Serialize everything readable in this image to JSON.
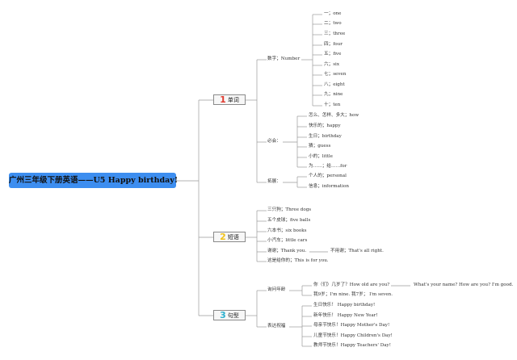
{
  "root": "广州三年级下册英语——U5 Happy birthday!",
  "topics": {
    "vocab": {
      "num": "1",
      "label": "单词"
    },
    "phrases": {
      "num": "2",
      "label": "短语"
    },
    "sentences": {
      "num": "3",
      "label": "句型"
    }
  },
  "vocab": {
    "numbers_label": "数字；Number",
    "numbers": [
      "一；one",
      "二；two",
      "三；three",
      "四；four",
      "五；five",
      "六；six",
      "七；seven",
      "八；eight",
      "九；nine",
      "十；ten"
    ],
    "must_label": "必会：",
    "must": [
      "怎么、怎样、多大；how",
      "快乐的；happy",
      "生日；birthday",
      "猜；guess",
      "小的；little",
      "为……；给……for"
    ],
    "extend_label": "拓展：",
    "extend": [
      "个人的；personal",
      "信息；information"
    ]
  },
  "phrases": {
    "items": [
      "三只狗；Three dogs",
      "五个皮球；five balls",
      "六本书；six books",
      "小汽车；little cars",
      "谢谢；Thank you.",
      "这是给你的；This is for you."
    ],
    "thanks_reply": "不用谢；That's all right."
  },
  "sentences": {
    "age_label": "询问年龄",
    "age_q": "你（们）几岁了？How old are you?",
    "age_extra": "What's your name? How are you? I'm good.",
    "age_a": "我9岁；I'm nine. 我7岁； I'm seven.",
    "wish_label": "表达祝福",
    "wishes": [
      "生日快乐！ Happy birthday!",
      "新年快乐！ Happy New Year!",
      "母亲节快乐！Happy Mother's Day!",
      "儿童节快乐！Happy Children's Day!",
      "教师节快乐！Happy Teachers' Day!"
    ]
  }
}
